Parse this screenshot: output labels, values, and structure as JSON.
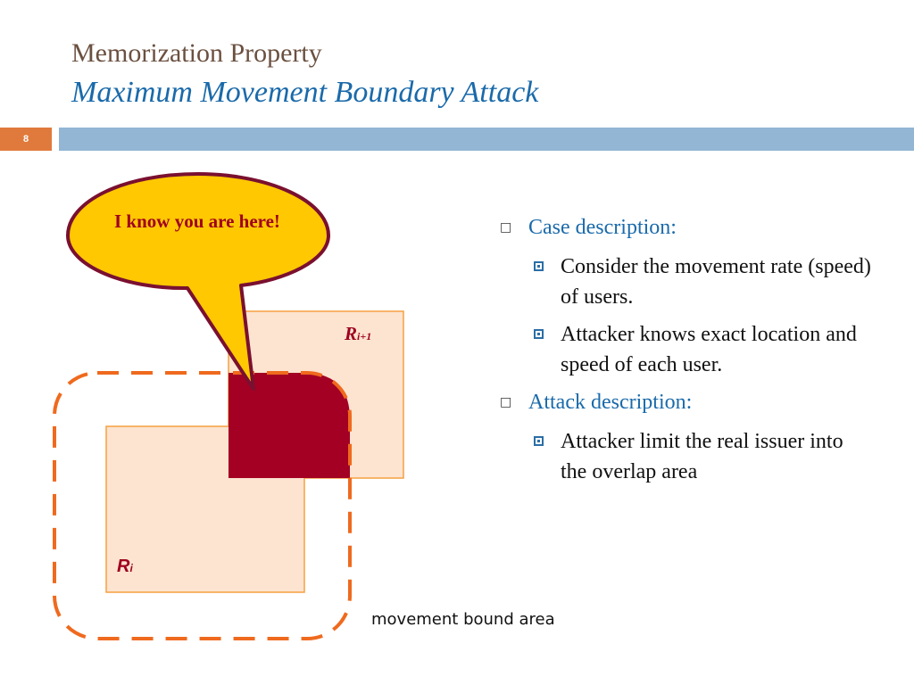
{
  "slide": {
    "title": "Memorization Property",
    "subtitle": "Maximum Movement Boundary Attack",
    "number": "8"
  },
  "diagram": {
    "bubble_text": "I know you are here!",
    "region_next": {
      "base": "R",
      "sub": "i+1"
    },
    "region_current": {
      "base": "R",
      "sub": "i"
    },
    "movement_label": "movement bound area",
    "colors": {
      "region_fill": "#fde4d0",
      "region_border": "#f5a040",
      "overlap_fill": "#a30023",
      "boundary_dash": "#ef6a1e",
      "bubble_fill": "#ffc800",
      "bubble_border": "#7a1030"
    }
  },
  "bullets": [
    {
      "label": "Case description:",
      "items": [
        "Consider the movement rate (speed) of users.",
        "Attacker knows exact location and speed of  each user."
      ]
    },
    {
      "label": "Attack description:",
      "items": [
        "Attacker limit the real issuer into the overlap area"
      ]
    }
  ]
}
